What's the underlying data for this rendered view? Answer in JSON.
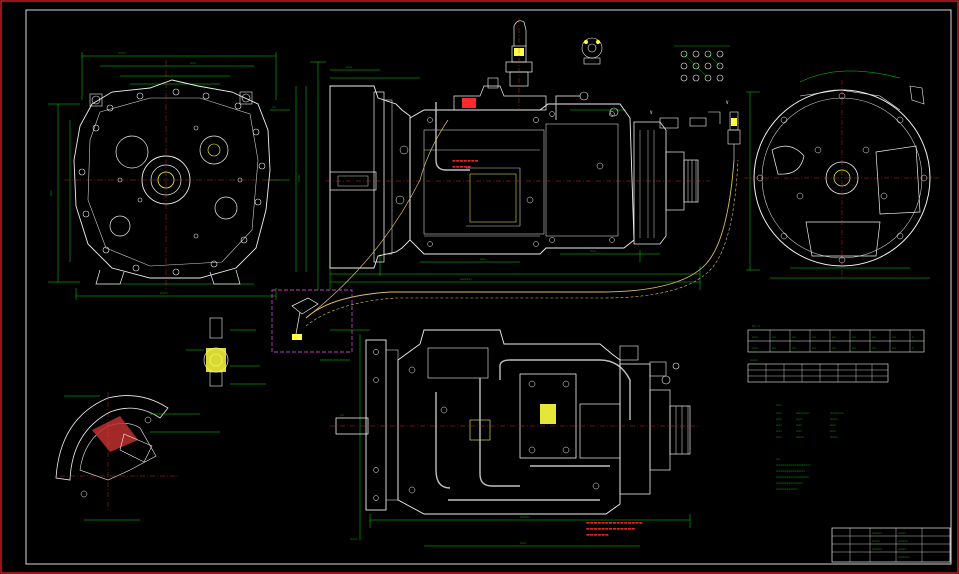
{
  "drawing": {
    "colors": {
      "background": "#000000",
      "sheet_border": "#ff2020",
      "outline": "#ffffff",
      "dimension": "#00e000",
      "centerline": "#ff3030",
      "highlight_box": "#c040c0",
      "cable": "#e0c060",
      "tube": "#c0c0c0",
      "component_fill": "#ffff40"
    },
    "views": [
      {
        "name": "front-end-view"
      },
      {
        "name": "side-elevation-view"
      },
      {
        "name": "plan-view"
      },
      {
        "name": "rear-end-view"
      },
      {
        "name": "shift-lever-detail"
      },
      {
        "name": "pto-detail"
      },
      {
        "name": "section-detail"
      },
      {
        "name": "switch-pin-diagram"
      }
    ],
    "labels": {
      "vertical_left": "V",
      "vertical_right": "V"
    },
    "notes": {
      "red_note_lines": 3,
      "green_note_lines": 8
    },
    "tables": {
      "param_table_rows": 2,
      "ratio_table_rows": 3,
      "title_block_rows": 4
    }
  }
}
